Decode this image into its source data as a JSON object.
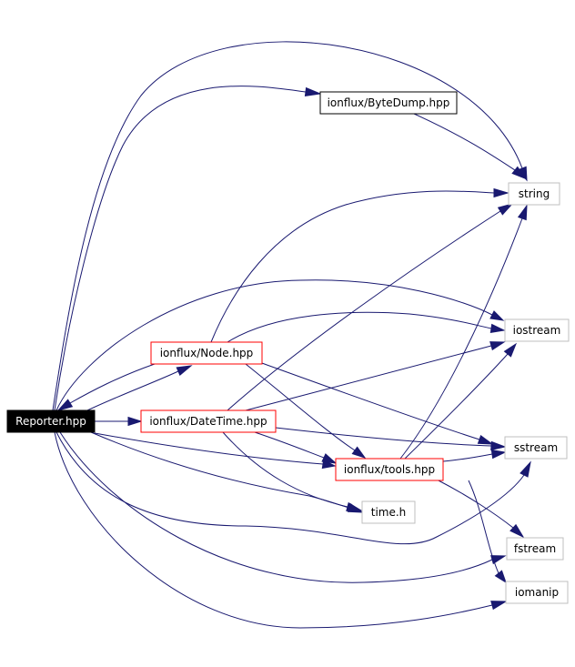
{
  "nodes": {
    "reporter": {
      "label": "Reporter.hpp",
      "style": "root"
    },
    "bytedump": {
      "label": "ionflux/ByteDump.hpp",
      "style": "documented"
    },
    "string": {
      "label": "string",
      "style": "external"
    },
    "iostream": {
      "label": "iostream",
      "style": "external"
    },
    "node_hpp": {
      "label": "ionflux/Node.hpp",
      "style": "incomplete"
    },
    "datetime": {
      "label": "ionflux/DateTime.hpp",
      "style": "incomplete"
    },
    "sstream": {
      "label": "sstream",
      "style": "external"
    },
    "tools": {
      "label": "ionflux/tools.hpp",
      "style": "incomplete"
    },
    "time_h": {
      "label": "time.h",
      "style": "external"
    },
    "fstream": {
      "label": "fstream",
      "style": "external"
    },
    "iomanip": {
      "label": "iomanip",
      "style": "external"
    }
  },
  "edges": [
    [
      "reporter",
      "string"
    ],
    [
      "reporter",
      "bytedump"
    ],
    [
      "bytedump",
      "string"
    ],
    [
      "reporter",
      "iostream"
    ],
    [
      "reporter",
      "node_hpp"
    ],
    [
      "node_hpp",
      "reporter"
    ],
    [
      "reporter",
      "datetime"
    ],
    [
      "reporter",
      "sstream"
    ],
    [
      "reporter",
      "tools"
    ],
    [
      "reporter",
      "time_h"
    ],
    [
      "reporter",
      "fstream"
    ],
    [
      "reporter",
      "iomanip"
    ],
    [
      "node_hpp",
      "string"
    ],
    [
      "node_hpp",
      "iostream"
    ],
    [
      "node_hpp",
      "sstream"
    ],
    [
      "node_hpp",
      "tools"
    ],
    [
      "datetime",
      "string"
    ],
    [
      "datetime",
      "iostream"
    ],
    [
      "datetime",
      "sstream"
    ],
    [
      "datetime",
      "tools"
    ],
    [
      "datetime",
      "time_h"
    ],
    [
      "tools",
      "string"
    ],
    [
      "tools",
      "iostream"
    ],
    [
      "tools",
      "sstream"
    ],
    [
      "tools",
      "fstream"
    ],
    [
      "tools",
      "iomanip"
    ]
  ],
  "colors": {
    "edge": "#191970",
    "root_fill": "#000000",
    "root_text": "#ffffff",
    "documented_border": "#000000",
    "incomplete_border": "#ff0000",
    "external_border": "#bfbfbf",
    "node_text": "#000000"
  }
}
